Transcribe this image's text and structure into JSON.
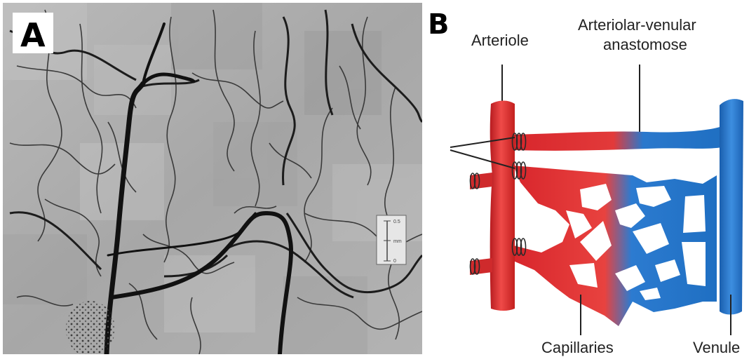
{
  "panel_a": {
    "letter": "A",
    "scale_bar": {
      "top_label": "0.5",
      "unit_label": "mm",
      "bottom_label": "0"
    }
  },
  "panel_b": {
    "letter": "B",
    "labels": {
      "arteriole": "Arteriole",
      "anastomose_line1": "Arteriolar-venular",
      "anastomose_line2": "anastomose",
      "capillaries": "Capillaries",
      "venule": "Venule"
    },
    "colors": {
      "arterial": "#d8262c",
      "venous": "#1f6fc2",
      "background": "#ffffff"
    }
  }
}
